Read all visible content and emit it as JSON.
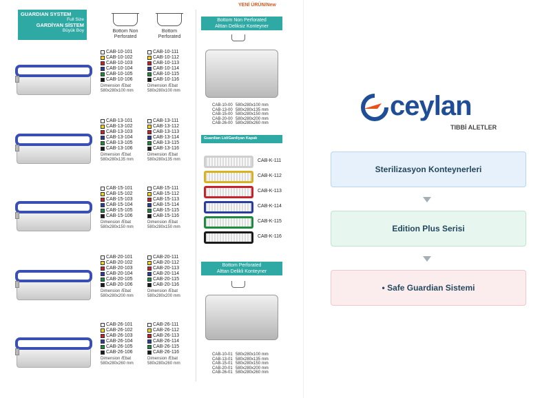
{
  "header": {
    "guardian_line1": "GUARDIAN SYSTEM",
    "guardian_line2": "Full Size",
    "gardiyan_line1": "GARDİYAN SİSTEM",
    "gardiyan_line2": "Büyük Boy",
    "col1_title": "Bottom Non Perforated",
    "col2_title": "Bottom Perforated",
    "new_badge": "YENİ ÜRÜN/New"
  },
  "colors": {
    "white": "#ffffff",
    "yellow": "#f2d21b",
    "red": "#c4232b",
    "blue": "#2b3d9c",
    "green": "#1d8a3f",
    "black": "#1a1a1a"
  },
  "groups": [
    {
      "col1": [
        "CAB-10-101",
        "CAB-10-102",
        "CAB-10-103",
        "CAB-10-104",
        "CAB-10-105",
        "CAB-10-106"
      ],
      "col2": [
        "CAB-10-111",
        "CAB-10-112",
        "CAB-10-113",
        "CAB-10-114",
        "CAB-10-115",
        "CAB-10-116"
      ],
      "dim_label": "Dimension /Ebat",
      "dim": "580x280x100 mm"
    },
    {
      "col1": [
        "CAB-13-101",
        "CAB-13-102",
        "CAB-13-103",
        "CAB-13-104",
        "CAB-13-105",
        "CAB-13-106"
      ],
      "col2": [
        "CAB-13-111",
        "CAB-13-112",
        "CAB-13-113",
        "CAB-13-114",
        "CAB-13-115",
        "CAB-13-116"
      ],
      "dim_label": "Dimension /Ebat",
      "dim": "580x280x135 mm"
    },
    {
      "col1": [
        "CAB-15-101",
        "CAB-15-102",
        "CAB-15-103",
        "CAB-15-104",
        "CAB-15-105",
        "CAB-15-106"
      ],
      "col2": [
        "CAB-15-111",
        "CAB-15-112",
        "CAB-15-113",
        "CAB-15-114",
        "CAB-15-115",
        "CAB-15-116"
      ],
      "dim_label": "Dimension /Ebat",
      "dim": "580x280x150 mm"
    },
    {
      "col1": [
        "CAB-20-101",
        "CAB-20-102",
        "CAB-20-103",
        "CAB-20-104",
        "CAB-20-105",
        "CAB-20-106"
      ],
      "col2": [
        "CAB-20-111",
        "CAB-20-112",
        "CAB-20-113",
        "CAB-20-114",
        "CAB-20-115",
        "CAB-20-116"
      ],
      "dim_label": "Dimension /Ebat",
      "dim": "580x280x200 mm"
    },
    {
      "col1": [
        "CAB-26-101",
        "CAB-26-102",
        "CAB-26-103",
        "CAB-26-104",
        "CAB-26-105",
        "CAB-26-106"
      ],
      "col2": [
        "CAB-26-111",
        "CAB-26-112",
        "CAB-26-113",
        "CAB-26-114",
        "CAB-26-115",
        "CAB-26-116"
      ],
      "dim_label": "Dimension /Ebat",
      "dim": "580x280x260 mm"
    }
  ],
  "right_col": {
    "top_title1": "Bottom Non Perforated",
    "top_title2": "Alttan Deliksiz Konteyner",
    "top_list": [
      [
        "CAB-10-00",
        "580x280x100 mm"
      ],
      [
        "CAB-13-00",
        "580x280x135 mm"
      ],
      [
        "CAB-15-00",
        "580x280x150 mm"
      ],
      [
        "CAB-20-00",
        "580x280x200 mm"
      ],
      [
        "CAB-26-00",
        "580x280x260 mm"
      ]
    ],
    "lid_title": "Guardian Lid/Gardiyan Kapak",
    "lids": [
      "CAB-K-111",
      "CAB-K-112",
      "CAB-K-113",
      "CAB-K-114",
      "CAB-K-115",
      "CAB-K-116"
    ],
    "bottom_title1": "Bottom  Perforated",
    "bottom_title2": "Alttan Delikli Konteyner",
    "bottom_list": [
      [
        "CAB-10-01",
        "580x280x100 mm"
      ],
      [
        "CAB-13-01",
        "580x280x135 mm"
      ],
      [
        "CAB-15-01",
        "580x280x150 mm"
      ],
      [
        "CAB-20-01",
        "580x280x200 mm"
      ],
      [
        "CAB-26-01",
        "580x280x260 mm"
      ]
    ]
  },
  "logo": {
    "name": "ceylan",
    "sub": "TIBBİ ALETLER"
  },
  "panel": {
    "step1": "Sterilizasyon Konteynerleri",
    "step2": "Edition Plus Serisi",
    "step3": "• Safe Guardian Sistemi"
  }
}
